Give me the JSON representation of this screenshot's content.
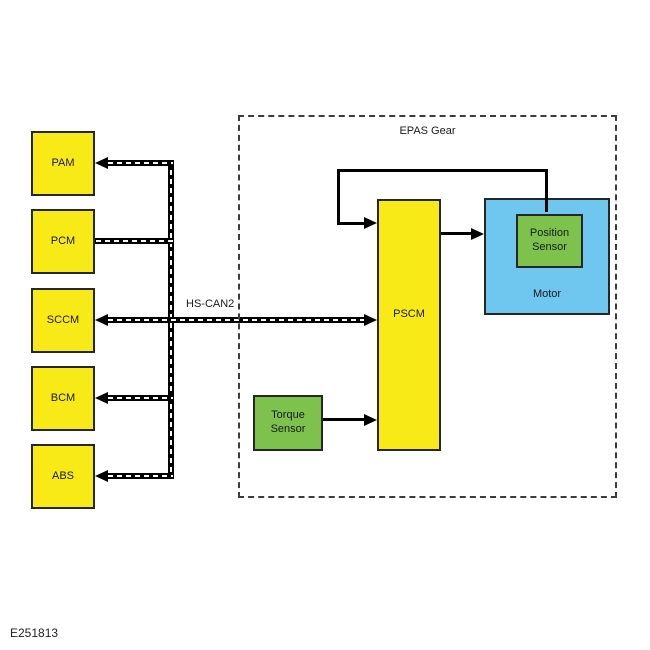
{
  "figure_label": "E251813",
  "diagram": {
    "boundary_label": "EPAS Gear",
    "bus_label": "HS-CAN2",
    "modules": [
      "PAM",
      "PCM",
      "SCCM",
      "BCM",
      "ABS"
    ],
    "epas": {
      "pscm": "PSCM",
      "motor": "Motor",
      "position_sensor": "Position Sensor",
      "torque_sensor": "Torque Sensor"
    },
    "connections": [
      "HS-CAN2 bus -> PAM",
      "PCM - HS-CAN2 bus",
      "HS-CAN2 bus -> SCCM",
      "HS-CAN2 bus -> BCM",
      "HS-CAN2 bus -> ABS",
      "HS-CAN2 bus -> PSCM",
      "Torque Sensor -> PSCM",
      "PSCM -> Motor",
      "Position Sensor -> PSCM (feedback loop)"
    ]
  },
  "colors": {
    "module-fill": "#f7ea16",
    "sensor-fill": "#7cc24c",
    "motor-fill": "#6fc6ee",
    "line": "#000000",
    "box-border": "#262626",
    "boundary": "#3c3c3c",
    "text": "#1a1a1a",
    "background": "#ffffff"
  }
}
